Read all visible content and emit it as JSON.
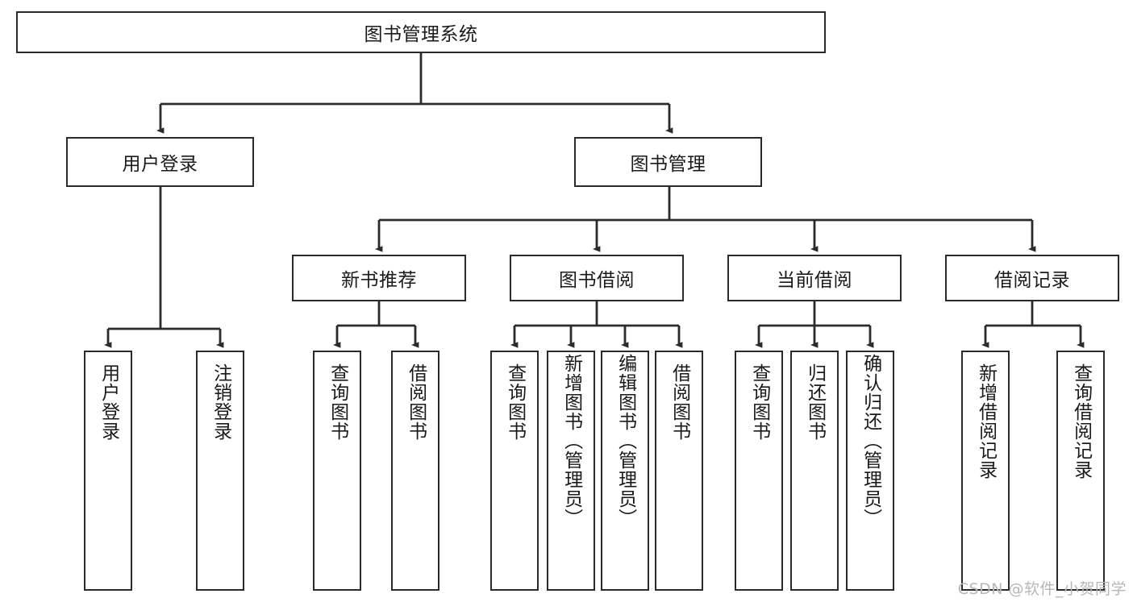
{
  "diagram": {
    "title": "图书管理系统",
    "type": "tree-hierarchy-diagram",
    "root": {
      "label": "图书管理系统"
    },
    "level2": [
      {
        "label": "用户登录"
      },
      {
        "label": "图书管理"
      }
    ],
    "level3": [
      {
        "label": "新书推荐"
      },
      {
        "label": "图书借阅"
      },
      {
        "label": "当前借阅"
      },
      {
        "label": "借阅记录"
      }
    ],
    "leaves": {
      "user_login": [
        {
          "label": "用户登录"
        },
        {
          "label": "注销登录"
        }
      ],
      "new_book_recommend": [
        {
          "label": "查询图书"
        },
        {
          "label": "借阅图书"
        }
      ],
      "book_borrow": [
        {
          "label": "查询图书"
        },
        {
          "label": "新增图书（管理员）"
        },
        {
          "label": "编辑图书（管理员）"
        },
        {
          "label": "借阅图书"
        }
      ],
      "current_borrow": [
        {
          "label": "查询图书"
        },
        {
          "label": "归还图书"
        },
        {
          "label": "确认归还（管理员）"
        }
      ],
      "borrow_record": [
        {
          "label": "新增借阅记录"
        },
        {
          "label": "查询借阅记录"
        }
      ]
    },
    "watermark": "CSDN @软件_小贺同学",
    "colors": {
      "border": "#2b2b2b",
      "background": "#ffffff",
      "text": "#1a1a1a",
      "watermark": "#b7b7b7"
    }
  }
}
